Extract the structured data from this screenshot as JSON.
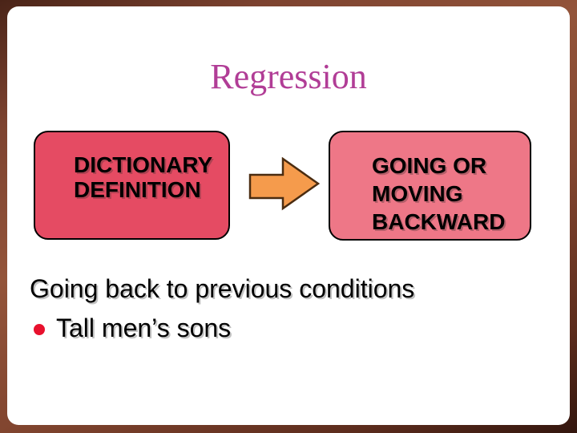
{
  "slide": {
    "title": {
      "text": "Regression",
      "color": "#b13d96"
    },
    "diagram": {
      "left_box": {
        "line1": "DICTIONARY",
        "line2": "DEFINITION",
        "fill": "#e54b63"
      },
      "arrow": {
        "icon": "right-arrow",
        "fill": "#f59b4c",
        "outline": "#4b2c10"
      },
      "right_box": {
        "line1": "GOING OR",
        "line2": "MOVING",
        "line3": "BACKWARD",
        "fill": "#ee7787"
      }
    },
    "body": {
      "line1": "Going back to previous conditions",
      "bullet_item": "Tall men’s sons",
      "bullet_color": "#e8112d",
      "text_color": "#000000"
    },
    "frame_color": "#7d4330",
    "paper_color": "#ffffff"
  }
}
